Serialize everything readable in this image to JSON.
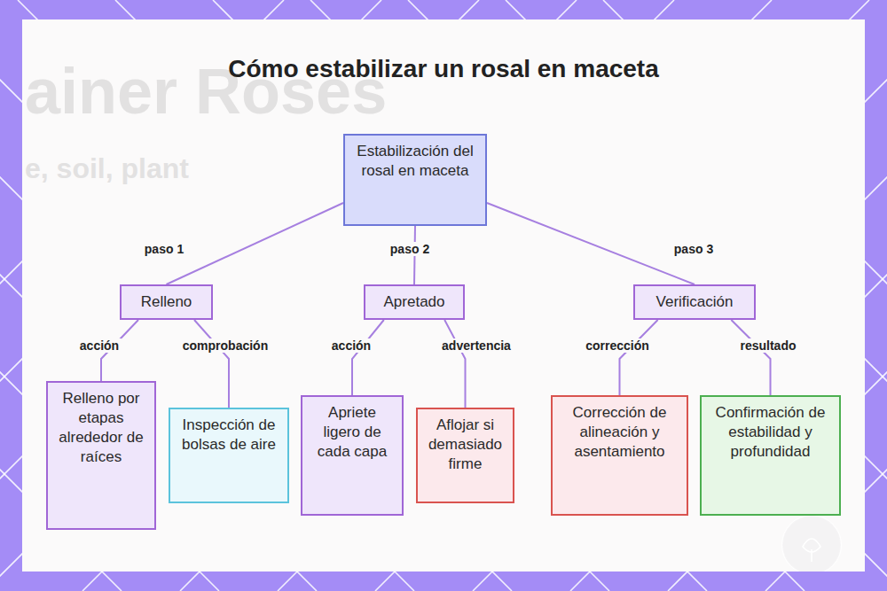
{
  "diagram": {
    "title": "Cómo estabilizar un rosal en maceta",
    "nodes": [
      {
        "text": [
          "Estabilización del rosal en maceta"
        ]
      },
      {
        "text": [
          "Relleno"
        ]
      },
      {
        "text": [
          "Apretado"
        ]
      },
      {
        "text": [
          "Verificación"
        ]
      },
      {
        "text": [
          "Relleno por etapas alrededor de raíces"
        ]
      },
      {
        "text": [
          "Inspección de bolsas de aire"
        ]
      },
      {
        "text": [
          "Apriete ligero de cada capa"
        ]
      },
      {
        "text": [
          "Aflojar si demasiado firme"
        ]
      },
      {
        "text": [
          "Corrección de alineación y asentamiento"
        ]
      },
      {
        "text": [
          "Confirmación de estabilidad y profundidad"
        ]
      }
    ],
    "edges": [
      {
        "from": 0,
        "to": 1,
        "label": "paso 1",
        "arrow": "none"
      },
      {
        "from": 0,
        "to": 2,
        "label": "paso 2",
        "arrow": "none"
      },
      {
        "from": 0,
        "to": 3,
        "label": "paso 3",
        "arrow": "none"
      },
      {
        "from": 1,
        "to": 4,
        "label": "acción",
        "arrow": "none"
      },
      {
        "from": 1,
        "to": 5,
        "label": "comprobación",
        "arrow": "none"
      },
      {
        "from": 2,
        "to": 6,
        "label": "acción",
        "arrow": "none"
      },
      {
        "from": 2,
        "to": 7,
        "label": "advertencia",
        "arrow": "none"
      },
      {
        "from": 3,
        "to": 8,
        "label": "corrección",
        "arrow": "none"
      },
      {
        "from": 3,
        "to": 9,
        "label": "resultado",
        "arrow": "none"
      }
    ],
    "labels": [
      "ainer Roses",
      "e, soil, plant"
    ]
  }
}
